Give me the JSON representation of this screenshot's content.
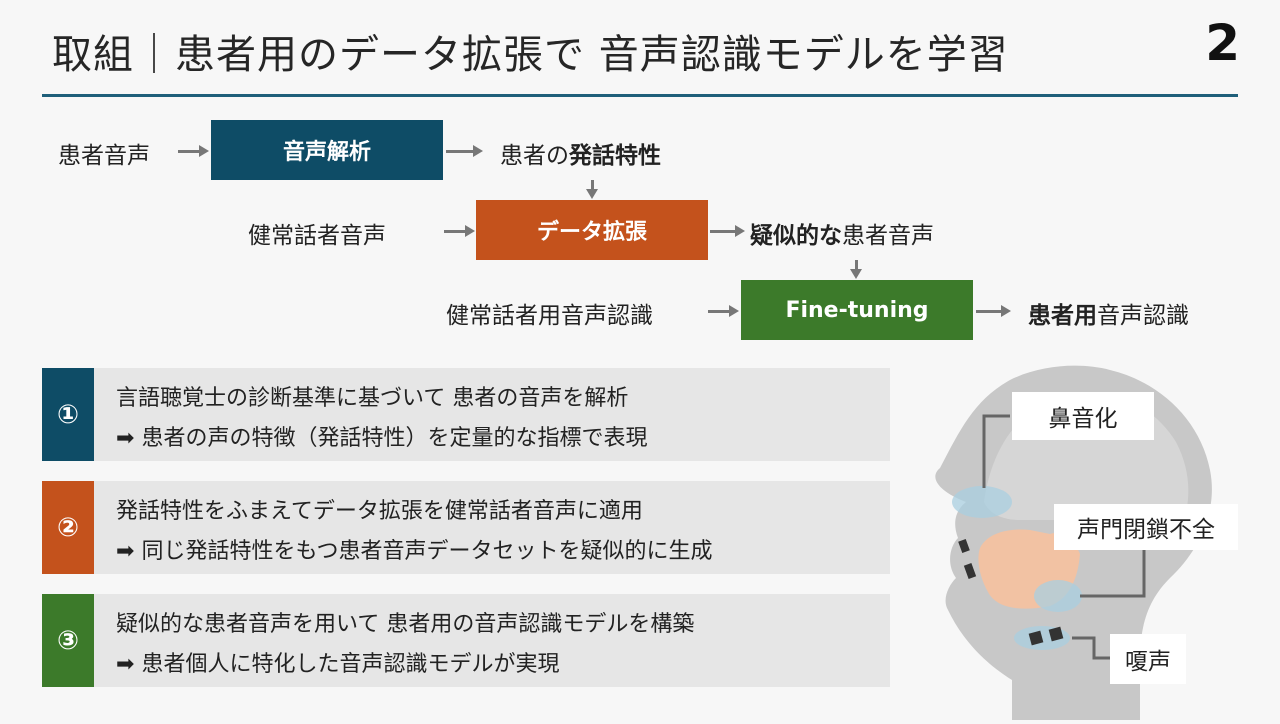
{
  "header": {
    "title": "取組｜患者用のデータ拡張で 音声認識モデルを学習",
    "page_number": "2"
  },
  "flow": {
    "row1": {
      "input": "患者音声",
      "process": "音声解析",
      "output_prefix": "患者の",
      "output_bold": "発話特性"
    },
    "row2": {
      "input": "健常話者音声",
      "process": "データ拡張",
      "output_bold": "疑似的な",
      "output_suffix": "患者音声"
    },
    "row3": {
      "input": "健常話者用音声認識",
      "process": "Fine-tuning",
      "output_bold": "患者用",
      "output_suffix": "音声認識"
    }
  },
  "steps": [
    {
      "number": "①",
      "line1": "言語聴覚士の診断基準に基づいて 患者の音声を解析",
      "line2": "患者の声の特徴（発話特性）を定量的な指標で表現"
    },
    {
      "number": "②",
      "line1": "発話特性をふまえてデータ拡張を健常話者音声に適用",
      "line2": "同じ発話特性をもつ患者音声データセットを疑似的に生成"
    },
    {
      "number": "③",
      "line1": "疑似的な患者音声を用いて 患者用の音声認識モデルを構築",
      "line2": "患者個人に特化した音声認識モデルが実現"
    }
  ],
  "illustration": {
    "label_nasal": "鼻音化",
    "label_glottal": "声門閉鎖不全",
    "label_hoarse": "嗄声"
  },
  "colors": {
    "blue": "#0e4c66",
    "orange": "#c4521c",
    "green": "#3c7a2a",
    "accent_line": "#1f5f7a"
  }
}
